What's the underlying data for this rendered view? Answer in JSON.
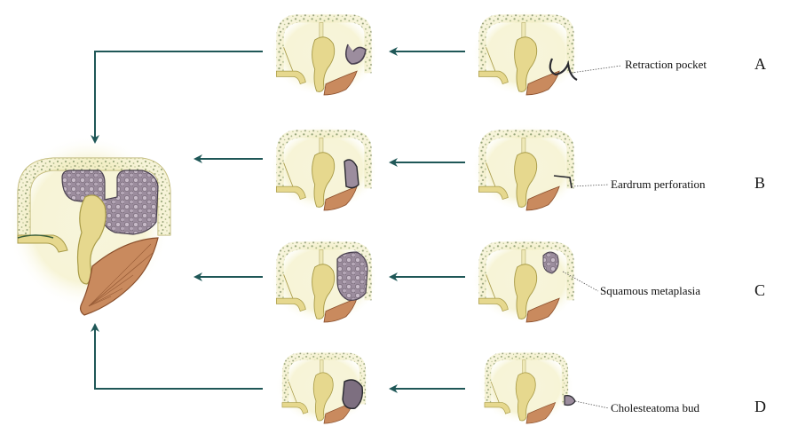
{
  "labels": {
    "A": "Retraction pocket",
    "B": "Eardrum perforation",
    "C": "Squamous metaplasia",
    "D": "Cholesteatoma bud"
  },
  "letters": {
    "A": "A",
    "B": "B",
    "C": "C",
    "D": "D"
  },
  "colors": {
    "arrow": "#1f5757",
    "bone": "#efe9b8",
    "bone_edge": "#b9b170",
    "ossicle": "#e6d88e",
    "ossicle_edge": "#a89b48",
    "speckle": "#3b5f3a",
    "glow": "#f6f3d2",
    "cholesteatoma": "#9c8d9e",
    "cholesteatoma_edge": "#4a4150",
    "drum": "#c98a5e",
    "drum_edge": "#8a4f2c"
  }
}
